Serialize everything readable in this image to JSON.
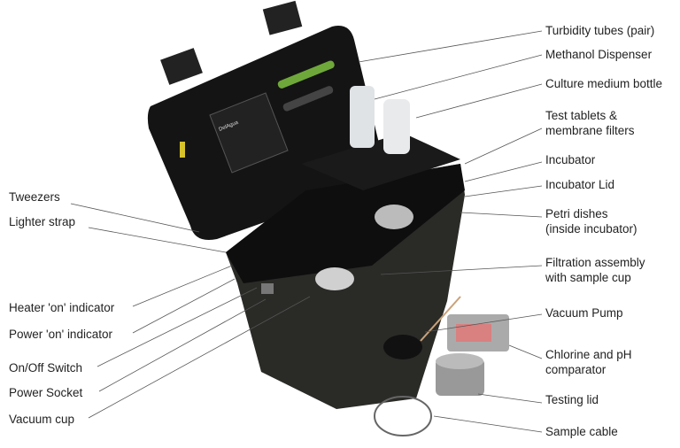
{
  "left_labels": {
    "tweezers": "Tweezers",
    "lighter_strap": "Lighter strap",
    "heater_indicator": "Heater 'on' indicator",
    "power_indicator": "Power 'on' indicator",
    "on_off_switch": "On/Off Switch",
    "power_socket": "Power Socket",
    "vacuum_cup": "Vacuum cup"
  },
  "right_labels": {
    "turbidity_tubes": "Turbidity tubes (pair)",
    "methanol_dispenser": "Methanol Dispenser",
    "culture_bottle": "Culture medium bottle",
    "test_tablets_1": "Test tablets &",
    "test_tablets_2": "membrane filters",
    "incubator": "Incubator",
    "incubator_lid": "Incubator Lid",
    "petri_1": "Petri dishes",
    "petri_2": "(inside incubator)",
    "filtration_1": "Filtration assembly",
    "filtration_2": "with sample cup",
    "vacuum_pump": "Vacuum Pump",
    "chlorine_1": "Chlorine and pH",
    "chlorine_2": "comparator",
    "testing_lid": "Testing lid",
    "sample_cable": "Sample cable"
  },
  "lid_label_text": "DelAgua",
  "colors": {
    "case": "#1c1c1a",
    "leader": "#555555",
    "tube": "#6fa83a"
  }
}
